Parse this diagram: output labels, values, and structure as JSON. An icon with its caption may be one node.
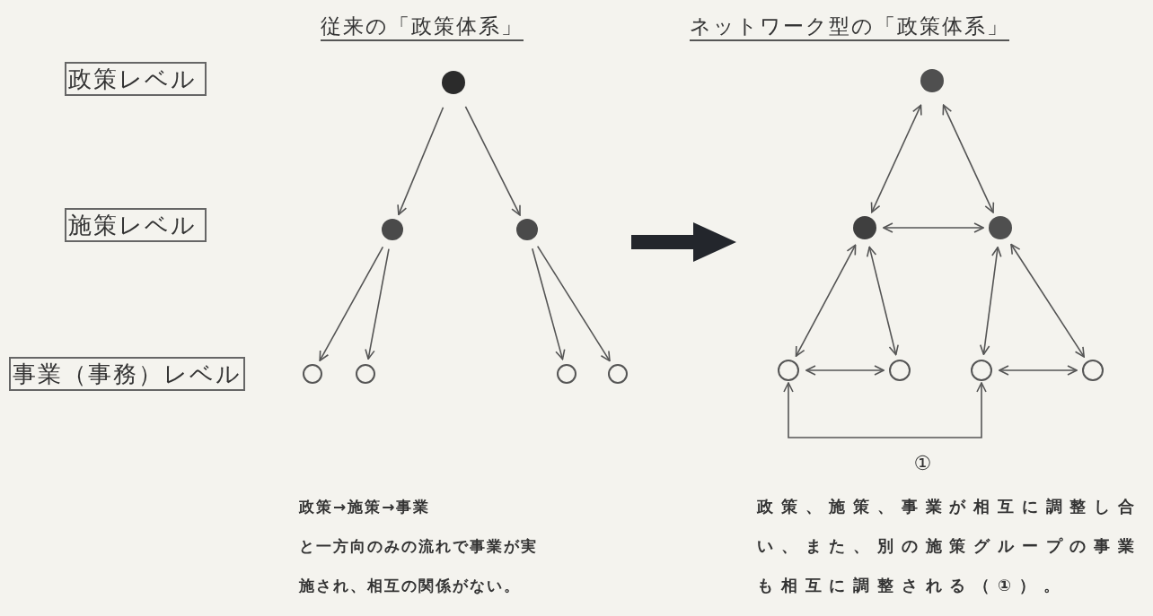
{
  "diagram": {
    "nodes": [
      {
        "text": [
          "政策レベル"
        ]
      },
      {
        "text": [
          "施策レベル"
        ]
      },
      {
        "text": [
          "事業（事務）レベル"
        ]
      },
      {
        "text": [],
        "shape": "circle"
      },
      {
        "text": [],
        "shape": "circle"
      },
      {
        "text": [],
        "shape": "circle"
      },
      {
        "text": [],
        "shape": "circle"
      },
      {
        "text": [],
        "shape": "circle"
      },
      {
        "text": [],
        "shape": "circle"
      },
      {
        "text": [],
        "shape": "circle"
      },
      {
        "text": [],
        "shape": "circle"
      },
      {
        "text": [],
        "shape": "circle"
      },
      {
        "text": [],
        "shape": "circle"
      },
      {
        "text": [],
        "shape": "circle"
      },
      {
        "text": [],
        "shape": "circle"
      },
      {
        "text": [],
        "shape": "circle"
      },
      {
        "text": [],
        "shape": "circle"
      }
    ],
    "edges": [
      {
        "from": 3,
        "to": 4,
        "arrow": "to"
      },
      {
        "from": 3,
        "to": 5,
        "arrow": "to"
      },
      {
        "from": 4,
        "to": 6,
        "arrow": "to"
      },
      {
        "from": 4,
        "to": 7,
        "arrow": "to"
      },
      {
        "from": 5,
        "to": 8,
        "arrow": "to"
      },
      {
        "from": 5,
        "to": 9,
        "arrow": "to"
      },
      {
        "from": 10,
        "to": 11,
        "arrow": "both"
      },
      {
        "from": 10,
        "to": 12,
        "arrow": "both"
      },
      {
        "from": 11,
        "to": 12,
        "arrow": "both"
      },
      {
        "from": 11,
        "to": 13,
        "arrow": "both"
      },
      {
        "from": 11,
        "to": 14,
        "arrow": "both"
      },
      {
        "from": 12,
        "to": 15,
        "arrow": "both"
      },
      {
        "from": 12,
        "to": 16,
        "arrow": "both"
      },
      {
        "from": 13,
        "to": 14,
        "arrow": "both"
      },
      {
        "from": 15,
        "to": 16,
        "arrow": "both"
      },
      {
        "from": 13,
        "to": 15,
        "arrow": "both",
        "label": "①"
      }
    ],
    "labels": [
      "従来の「政策体系」",
      "ネットワーク型の「政策体系」",
      "政策→施策→事業",
      "と一方向のみの流れで事業が実施され、相互の関係がない。",
      "政策、施策、事業が相互に調整し合い、また、別の施策グループの事業も相互に調整される（①）。"
    ]
  }
}
